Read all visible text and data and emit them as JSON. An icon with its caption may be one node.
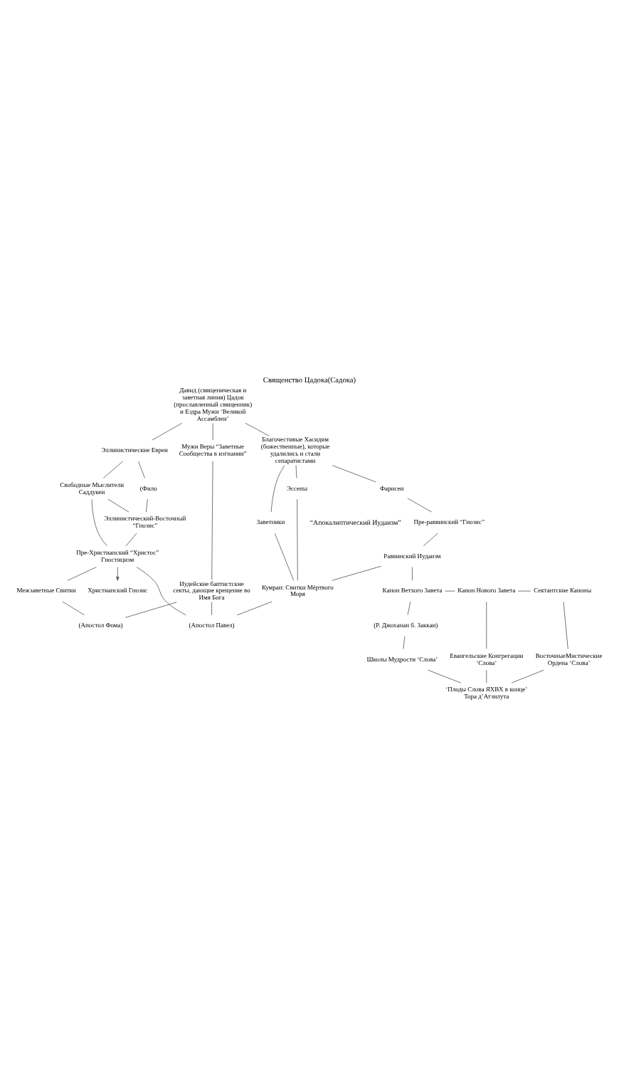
{
  "diagram": {
    "title": "Священство Цадока(Садока)",
    "nodes": [
      {
        "text": [
          "Давид (священическая и заветная линия) Цадок (прославленный священник) и Ездра Мужи ‘Великой Ассамблеи’"
        ]
      },
      {
        "text": [
          "Благочестивые Хасидим (божественные), которые удалились и стали сепаратистами"
        ]
      },
      {
        "text": [
          "Мужи Веры “Заветные Сообщества в изгнании”"
        ]
      },
      {
        "text": [
          "Эллинистические Евреи"
        ]
      },
      {
        "text": [
          "Свободные Мыслители Саддукеи"
        ]
      },
      {
        "text": [
          "(Фило"
        ]
      },
      {
        "text": [
          "Фарисеи"
        ]
      },
      {
        "text": [
          "Эссены"
        ]
      },
      {
        "text": [
          "Заветники"
        ]
      },
      {
        "text": [
          "Эллинистический-Восточный “Гнозис”"
        ]
      },
      {
        "text": [
          "Пре-раввинский “Гнозис”"
        ]
      },
      {
        "text": [
          "Раввинский Иудаизм"
        ]
      },
      {
        "text": [
          "Пре-Христианский “Христос” Гностицизм"
        ]
      },
      {
        "text": [
          "Иудейские баптистские секты, дающие крещение во Имя Бога"
        ]
      },
      {
        "text": [
          "Кумран: Свитки Мёртвого Моря"
        ]
      },
      {
        "text": [
          "Христианский Гнозис"
        ]
      },
      {
        "text": [
          "Межзаветные Свитки"
        ]
      },
      {
        "text": [
          "(Апостол Павел)"
        ]
      },
      {
        "text": [
          "(Апостол Фома)"
        ]
      },
      {
        "text": [
          "Канон Ветхого Завета"
        ]
      },
      {
        "text": [
          "Канон Нового Завета"
        ]
      },
      {
        "text": [
          "Сектантские Каноны"
        ]
      },
      {
        "text": [
          "(Р. Джоханан б. Заккаи)"
        ]
      },
      {
        "text": [
          "Школы Мудрости ‘Слова’"
        ]
      },
      {
        "text": [
          "Евангельские Конгрегации ‘Слова’"
        ]
      },
      {
        "text": [
          "ВосточныеМистические Ордена ‘Слова’"
        ]
      },
      {
        "text": [
          "‘Плоды Слова ЯХВХ в конце’ Тора д’Атзилута"
        ]
      }
    ],
    "edges": [
      {
        "from": 0,
        "to": 1,
        "arrow": "none"
      },
      {
        "from": 0,
        "to": 2,
        "arrow": "none"
      },
      {
        "from": 0,
        "to": 3,
        "arrow": "none"
      },
      {
        "from": 3,
        "to": 4,
        "arrow": "none"
      },
      {
        "from": 3,
        "to": 5,
        "arrow": "none"
      },
      {
        "from": 1,
        "to": 6,
        "arrow": "none"
      },
      {
        "from": 1,
        "to": 7,
        "arrow": "none"
      },
      {
        "from": 1,
        "to": 8,
        "arrow": "none"
      },
      {
        "from": 4,
        "to": 9,
        "arrow": "none"
      },
      {
        "from": 5,
        "to": 9,
        "arrow": "none"
      },
      {
        "from": 6,
        "to": 10,
        "arrow": "none"
      },
      {
        "from": 10,
        "to": 11,
        "arrow": "none"
      },
      {
        "from": 9,
        "to": 12,
        "arrow": "none"
      },
      {
        "from": 4,
        "to": 12,
        "arrow": "none"
      },
      {
        "from": 2,
        "to": 13,
        "arrow": "none"
      },
      {
        "from": 7,
        "to": 14,
        "arrow": "none"
      },
      {
        "from": 8,
        "to": 14,
        "arrow": "none"
      },
      {
        "from": 11,
        "to": 14,
        "arrow": "none"
      },
      {
        "from": 12,
        "to": 15,
        "arrow": "to"
      },
      {
        "from": 12,
        "to": 16,
        "arrow": "none"
      },
      {
        "from": 14,
        "to": 17,
        "arrow": "none"
      },
      {
        "from": 13,
        "to": 17,
        "arrow": "none"
      },
      {
        "from": 12,
        "to": 17,
        "arrow": "none"
      },
      {
        "from": 13,
        "to": 18,
        "arrow": "none"
      },
      {
        "from": 16,
        "to": 18,
        "arrow": "none"
      },
      {
        "from": 11,
        "to": 19,
        "arrow": "none"
      },
      {
        "from": 19,
        "to": 20,
        "arrow": "none"
      },
      {
        "from": 20,
        "to": 21,
        "arrow": "none"
      },
      {
        "from": 19,
        "to": 22,
        "arrow": "none"
      },
      {
        "from": 22,
        "to": 23,
        "arrow": "none"
      },
      {
        "from": 20,
        "to": 24,
        "arrow": "none"
      },
      {
        "from": 21,
        "to": 25,
        "arrow": "none"
      },
      {
        "from": 23,
        "to": 26,
        "arrow": "none"
      },
      {
        "from": 24,
        "to": 26,
        "arrow": "none"
      },
      {
        "from": 25,
        "to": 26,
        "arrow": "none"
      }
    ],
    "labels": [
      "“Апокалиптический Иудаизм”"
    ]
  }
}
